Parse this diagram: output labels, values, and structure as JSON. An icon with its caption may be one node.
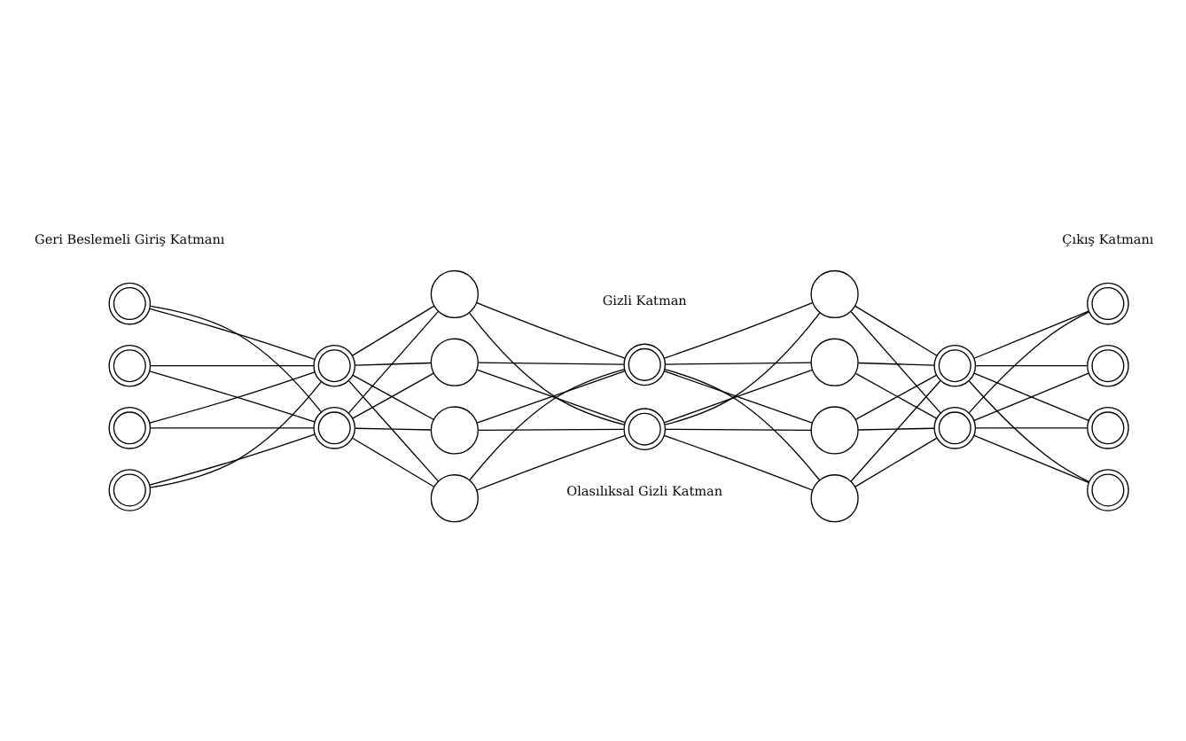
{
  "diagram": {
    "nodes": [
      {
        "text": [],
        "shape": "doublecircle"
      },
      {
        "text": [],
        "shape": "doublecircle"
      },
      {
        "text": [],
        "shape": "doublecircle"
      },
      {
        "text": [],
        "shape": "doublecircle"
      },
      {
        "text": [],
        "shape": "doublecircle"
      },
      {
        "text": [],
        "shape": "doublecircle"
      },
      {
        "text": [],
        "shape": "circle"
      },
      {
        "text": [],
        "shape": "circle"
      },
      {
        "text": [],
        "shape": "circle"
      },
      {
        "text": [],
        "shape": "circle"
      },
      {
        "text": [],
        "shape": "doublecircle"
      },
      {
        "text": [],
        "shape": "doublecircle"
      },
      {
        "text": [],
        "shape": "circle"
      },
      {
        "text": [],
        "shape": "circle"
      },
      {
        "text": [],
        "shape": "circle"
      },
      {
        "text": [],
        "shape": "circle"
      },
      {
        "text": [],
        "shape": "doublecircle"
      },
      {
        "text": [],
        "shape": "doublecircle"
      },
      {
        "text": [],
        "shape": "doublecircle"
      },
      {
        "text": [],
        "shape": "doublecircle"
      },
      {
        "text": [],
        "shape": "doublecircle"
      },
      {
        "text": [],
        "shape": "doublecircle"
      }
    ],
    "edges": [
      {
        "from": 0,
        "to": 4,
        "arrow": "none"
      },
      {
        "from": 0,
        "to": 5,
        "arrow": "none"
      },
      {
        "from": 1,
        "to": 4,
        "arrow": "none"
      },
      {
        "from": 1,
        "to": 5,
        "arrow": "none"
      },
      {
        "from": 2,
        "to": 4,
        "arrow": "none"
      },
      {
        "from": 2,
        "to": 5,
        "arrow": "none"
      },
      {
        "from": 3,
        "to": 4,
        "arrow": "none"
      },
      {
        "from": 3,
        "to": 5,
        "arrow": "none"
      },
      {
        "from": 4,
        "to": 6,
        "arrow": "none"
      },
      {
        "from": 4,
        "to": 7,
        "arrow": "none"
      },
      {
        "from": 4,
        "to": 8,
        "arrow": "none"
      },
      {
        "from": 4,
        "to": 9,
        "arrow": "none"
      },
      {
        "from": 5,
        "to": 6,
        "arrow": "none"
      },
      {
        "from": 5,
        "to": 7,
        "arrow": "none"
      },
      {
        "from": 5,
        "to": 8,
        "arrow": "none"
      },
      {
        "from": 5,
        "to": 9,
        "arrow": "none"
      },
      {
        "from": 6,
        "to": 10,
        "arrow": "none"
      },
      {
        "from": 6,
        "to": 11,
        "arrow": "none"
      },
      {
        "from": 7,
        "to": 10,
        "arrow": "none"
      },
      {
        "from": 7,
        "to": 11,
        "arrow": "none"
      },
      {
        "from": 8,
        "to": 10,
        "arrow": "none"
      },
      {
        "from": 8,
        "to": 11,
        "arrow": "none"
      },
      {
        "from": 9,
        "to": 10,
        "arrow": "none"
      },
      {
        "from": 9,
        "to": 11,
        "arrow": "none"
      },
      {
        "from": 10,
        "to": 12,
        "arrow": "none"
      },
      {
        "from": 10,
        "to": 13,
        "arrow": "none"
      },
      {
        "from": 10,
        "to": 14,
        "arrow": "none"
      },
      {
        "from": 10,
        "to": 15,
        "arrow": "none"
      },
      {
        "from": 11,
        "to": 12,
        "arrow": "none"
      },
      {
        "from": 11,
        "to": 13,
        "arrow": "none"
      },
      {
        "from": 11,
        "to": 14,
        "arrow": "none"
      },
      {
        "from": 11,
        "to": 15,
        "arrow": "none"
      },
      {
        "from": 12,
        "to": 16,
        "arrow": "none"
      },
      {
        "from": 12,
        "to": 17,
        "arrow": "none"
      },
      {
        "from": 13,
        "to": 16,
        "arrow": "none"
      },
      {
        "from": 13,
        "to": 17,
        "arrow": "none"
      },
      {
        "from": 14,
        "to": 16,
        "arrow": "none"
      },
      {
        "from": 14,
        "to": 17,
        "arrow": "none"
      },
      {
        "from": 15,
        "to": 16,
        "arrow": "none"
      },
      {
        "from": 15,
        "to": 17,
        "arrow": "none"
      },
      {
        "from": 16,
        "to": 18,
        "arrow": "none"
      },
      {
        "from": 16,
        "to": 19,
        "arrow": "none"
      },
      {
        "from": 16,
        "to": 20,
        "arrow": "none"
      },
      {
        "from": 16,
        "to": 21,
        "arrow": "none"
      },
      {
        "from": 17,
        "to": 18,
        "arrow": "none"
      },
      {
        "from": 17,
        "to": 19,
        "arrow": "none"
      },
      {
        "from": 17,
        "to": 20,
        "arrow": "none"
      },
      {
        "from": 17,
        "to": 21,
        "arrow": "none"
      }
    ],
    "labels": [
      "Olasılıksal Gizli Katman",
      "Geri Beslemeli Giriş Katmanı",
      "Çıkış Katmanı",
      "Gizli Katman"
    ]
  }
}
